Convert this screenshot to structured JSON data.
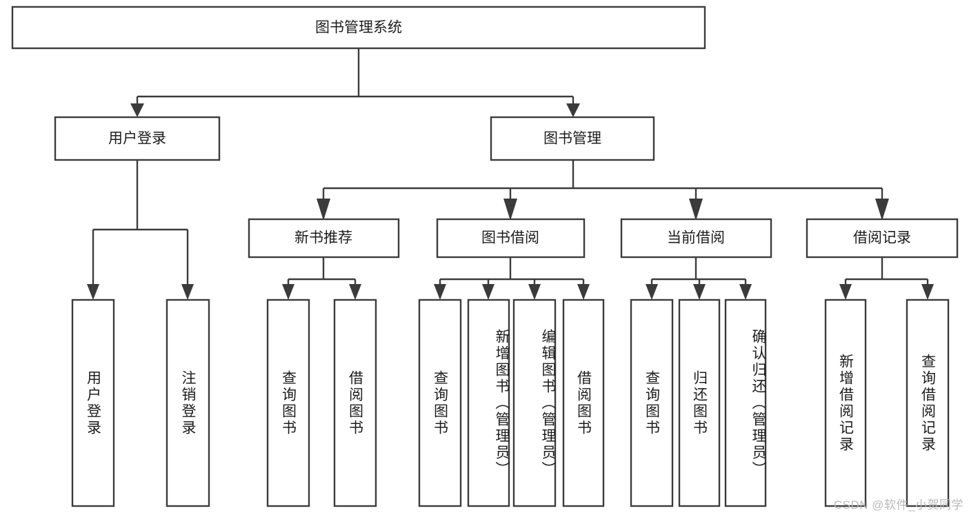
{
  "diagram": {
    "type": "tree-hierarchy",
    "title": "图书管理系统",
    "watermark": "CSDN @软件_小贺同学",
    "colors": {
      "stroke": "#3b3b3b",
      "fill": "#ffffff",
      "text": "#1c1c1c",
      "watermark": "#b9b9b9"
    },
    "root": {
      "label": "图书管理系统"
    },
    "level1": [
      {
        "label": "用户登录"
      },
      {
        "label": "图书管理"
      }
    ],
    "level2": [
      {
        "label": "新书推荐"
      },
      {
        "label": "图书借阅"
      },
      {
        "label": "当前借阅"
      },
      {
        "label": "借阅记录"
      }
    ],
    "leaves": {
      "user_login": [
        {
          "label": "用户登录"
        },
        {
          "label": "注销登录"
        }
      ],
      "new_book": [
        {
          "label": "查询图书"
        },
        {
          "label": "借阅图书"
        }
      ],
      "book_borrow": [
        {
          "label": "查询图书"
        },
        {
          "label": "新增图书（管理员）"
        },
        {
          "label": "编辑图书（管理员）"
        },
        {
          "label": "借阅图书"
        }
      ],
      "current_borrow": [
        {
          "label": "查询图书"
        },
        {
          "label": "归还图书"
        },
        {
          "label": "确认归还（管理员）"
        }
      ],
      "borrow_record": [
        {
          "label": "新增借阅记录"
        },
        {
          "label": "查询借阅记录"
        }
      ]
    }
  }
}
